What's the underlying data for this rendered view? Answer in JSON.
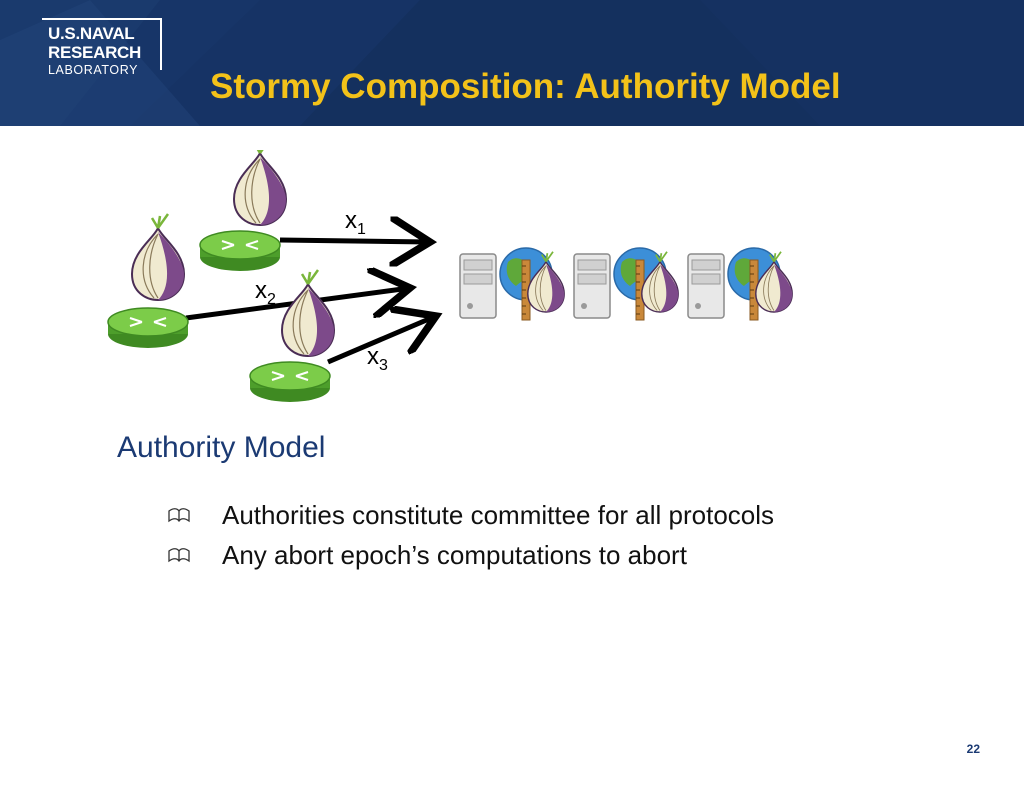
{
  "logo": {
    "line1": "U.S.NAVAL",
    "line2": "RESEARCH",
    "line3": "LABORATORY"
  },
  "slide": {
    "title": "Stormy Composition: Authority Model",
    "page_number": "22"
  },
  "diagram": {
    "labels": [
      {
        "text": "x",
        "sub": "1"
      },
      {
        "text": "x",
        "sub": "2"
      },
      {
        "text": "x",
        "sub": "3"
      }
    ],
    "icons": [
      "tor-relay-icon",
      "tor-relay-icon",
      "tor-relay-icon",
      "authority-server-icon",
      "authority-server-icon",
      "authority-server-icon"
    ],
    "colors": {
      "router": "#6cc23a",
      "onion": "#f0ead0",
      "onion_dark": "#7d4a8a",
      "globe": "#3c8fd8"
    }
  },
  "section": {
    "heading": "Authority Model"
  },
  "bullets": [
    "Authorities constitute committee for all protocols",
    "Any abort epoch’s computations to abort"
  ],
  "colors": {
    "header_bg": "#14305e",
    "title": "#f3c219",
    "heading": "#1b3a73"
  }
}
